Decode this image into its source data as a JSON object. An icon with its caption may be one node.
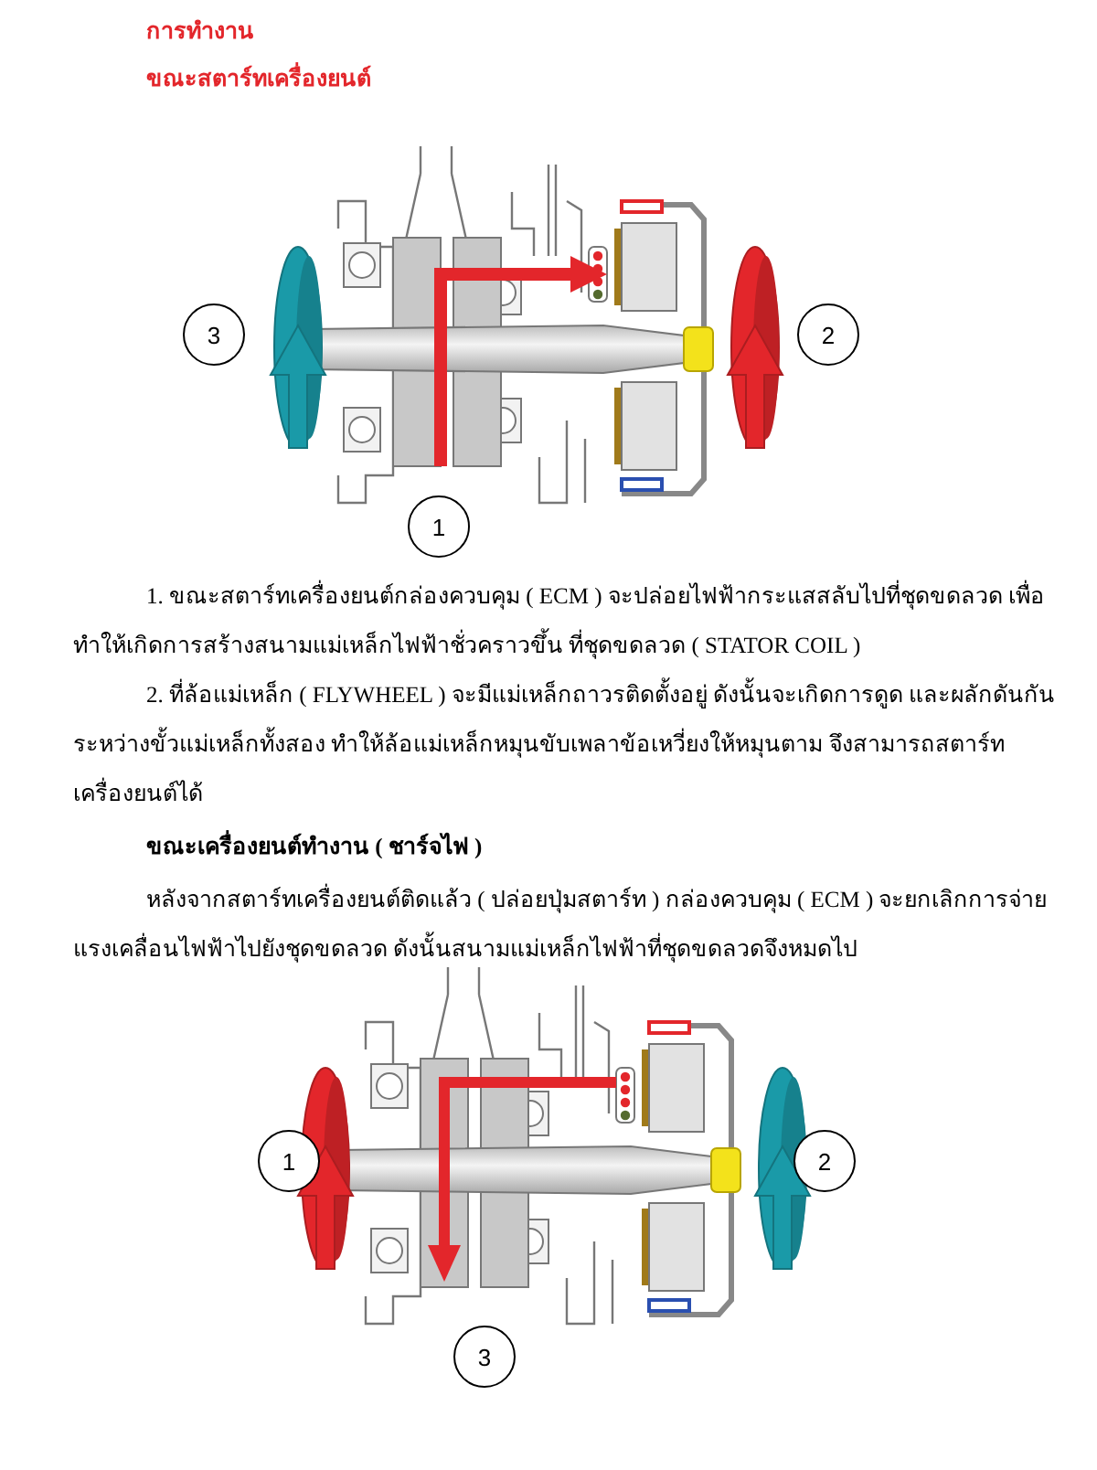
{
  "diagram": {
    "title": "การทำงาน",
    "nodes": [
      {
        "text": [
          "3"
        ]
      },
      {
        "text": [
          "2"
        ]
      },
      {
        "text": [
          "1"
        ]
      },
      {
        "text": [
          "1"
        ]
      },
      {
        "text": [
          "2"
        ]
      },
      {
        "text": [
          "3"
        ]
      }
    ],
    "labels": [
      "ขณะสตาร์ทเครื่องยนต์",
      "1. ขณะสตาร์ทเครื่องยนต์กล่องควบคุม ( ECM ) จะปล่อยไฟฟ้ากระแสสลับไปที่ชุดขดลวด เพื่อทำให้เกิดการสร้างสนามแม่เหล็กไฟฟ้าชั่วคราวขึ้น ที่ชุดขดลวด ( STATOR COIL )",
      "2. ที่ล้อแม่เหล็ก ( FLYWHEEL ) จะมีแม่เหล็กถาวรติดตั้งอยู่ ดังนั้นจะเกิดการดูด และผลักดันกันระหว่างขั้วแม่เหล็กทั้งสอง ทำให้ล้อแม่เหล็กหมุนขับเพลาข้อเหวี่ยงให้หมุนตาม จึงสามารถสตาร์ทเครื่องยนต์ได้",
      "ขณะเครื่องยนต์ทำงาน ( ชาร์จไฟ )",
      "หลังจากสตาร์ทเครื่องยนต์ติดแล้ว ( ปล่อยปุ่มสตาร์ท ) กล่องควบคุม ( ECM ) จะยกเลิกการจ่ายแรงเคลื่อนไฟฟ้าไปยังชุดขดลวด ดังนั้นสนามแม่เหล็กไฟฟ้าที่ชุดขดลวดจึงหมดไป"
    ]
  }
}
